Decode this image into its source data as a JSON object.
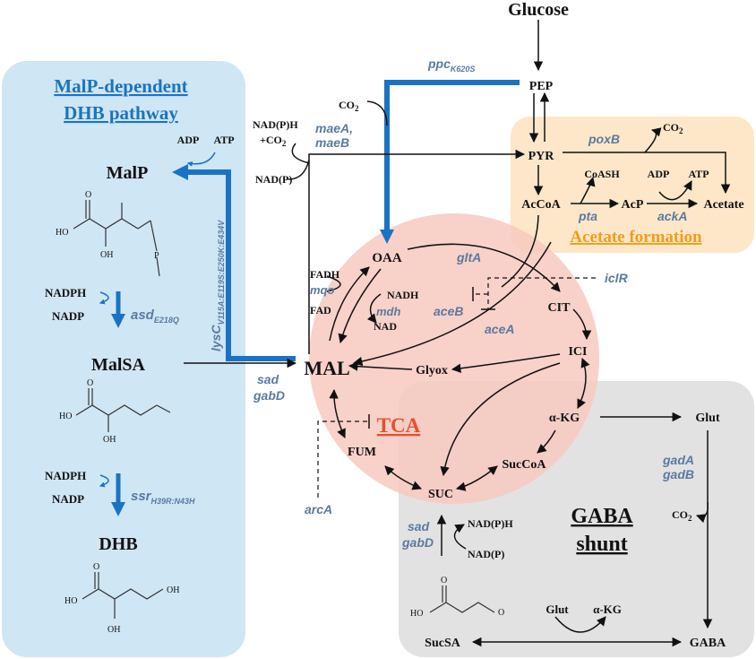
{
  "colors": {
    "malp_region": "#cfe6f4",
    "acetate_region": "#fde7c8",
    "tca_circle": "#f7c9c0",
    "gaba_region": "#e2e2e2",
    "enzyme_text": "#5a7aa0",
    "thick_arrow": "#1a73c2",
    "malp_title": "#1a73c2",
    "acetate_title": "#f29d1a",
    "tca_title": "#e8502d"
  },
  "regions": {
    "malp_title_1": "MalP-dependent",
    "malp_title_2": "DHB pathway",
    "acetate_title": "Acetate formation",
    "tca_title": "TCA",
    "gaba_title_1": "GABA",
    "gaba_title_2": "shunt"
  },
  "metabolites": {
    "glucose": "Glucose",
    "pep": "PEP",
    "pyr": "PYR",
    "accoa": "AcCoA",
    "acp": "AcP",
    "acetate": "Acetate",
    "coash": "CoASH",
    "adp_acetate": "ADP",
    "atp_acetate": "ATP",
    "co2_poxb": "CO",
    "oaa": "OAA",
    "cit": "CIT",
    "ici": "ICI",
    "akg": "α-KG",
    "succoa": "SucCoA",
    "suc": "SUC",
    "fum": "FUM",
    "mal": "MAL",
    "glyox": "Glyox",
    "fadh": "FADH",
    "fad": "FAD",
    "nadh": "NADH",
    "nad": "NAD",
    "co2_top": "CO",
    "nadph_plus": "NAD(P)H",
    "plus_co2": "+CO",
    "nadp_mae": "NAD(P)",
    "malp": "MalP",
    "adp_malp": "ADP",
    "atp_malp": "ATP",
    "nadph_1": "NADPH",
    "nadp_1": "NADP",
    "malsa": "MalSA",
    "nadph_2": "NADPH",
    "nadp_2": "NADP",
    "dhb": "DHB",
    "glut_top": "Glut",
    "co2_gad": "CO",
    "gaba": "GABA",
    "sucsa": "SucSA",
    "glut_bottom": "Glut",
    "akg_bottom": "α-KG",
    "nadph_sad": "NAD(P)H",
    "nadp_sad": "NAD(P)"
  },
  "enzymes": {
    "ppc": "ppc",
    "ppc_sub": "K620S",
    "maea": "maeA,",
    "maeb": "maeB",
    "poxb": "poxB",
    "pta": "pta",
    "acka": "ackA",
    "glta": "gltA",
    "iclr": "iclR",
    "aceb": "aceB",
    "acea": "aceA",
    "mqo": "mqo",
    "mdh": "mdh",
    "sad_left": "sad",
    "gabd_left": "gabD",
    "arca": "arcA",
    "lysc": "lysC",
    "lysc_sub": "V115A:E119S:E250K:E434V",
    "asd": "asd",
    "asd_sub": "E218Q",
    "ssr": "ssr",
    "ssr_sub": "H39R:N43H",
    "gada": "gadA",
    "gadb": "gadB",
    "sad_bottom": "sad",
    "gabd_bottom": "gabD"
  },
  "structure_atoms": {
    "ho": "HO",
    "oh": "OH",
    "o": "O",
    "p": "P"
  }
}
